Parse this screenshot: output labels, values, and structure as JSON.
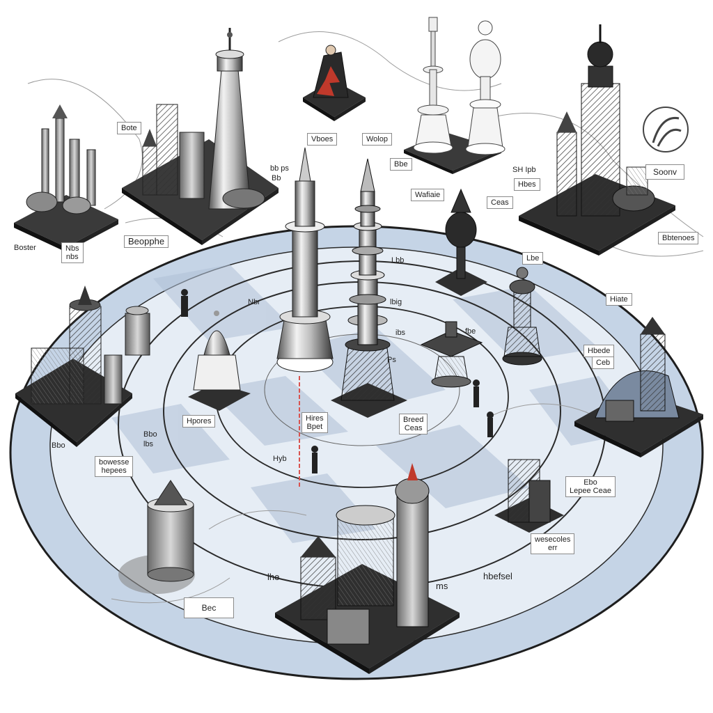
{
  "labels": {
    "bote": "Bote",
    "boster": "Boster",
    "nbs": "Nbs\nnbs",
    "beopphe": "Beopphe",
    "vboes": "Vboes",
    "wolop": "Wolop",
    "bbe": "Bbe",
    "bb_ps": "bb ps",
    "bb_ps2": "Bb",
    "sh_ipb": "SH Ipb",
    "hbes": "Hbes",
    "soonv": "Soonv",
    "wafiaie": "Wafiaie",
    "ceas": "Ceas",
    "bbtenoes": "Bbtenoes",
    "lbe": "Lbe",
    "lbb": "Lbb",
    "lbig": "lbig",
    "hiate": "Hiate",
    "nbr": "Nbr",
    "ibs": "ibs",
    "fbe": "fbe",
    "ps": "Ps",
    "hbede": "Hbede",
    "ceb": "Ceb",
    "bbo": "Bbo",
    "hpores": "Hpores",
    "hires_bpet": "Hires\nBpet",
    "breed_ceas": "Breed\nCeas",
    "bbo2": "Bbo",
    "lbs": "lbs",
    "hyb": "Hyb",
    "bowesse": "bowesse\nhepees",
    "ebo_ceae": "Ebo\nLepee Ceae",
    "wesecoles": "wesecoles\nerr",
    "lhe": "lhe",
    "hbefsel": "hbefsel",
    "ms": "ms",
    "bec": "Bec"
  },
  "icons": [
    "tower-icon",
    "chess-piece-icon",
    "spire-icon",
    "dome-icon",
    "figure-icon",
    "circular-logo-icon"
  ],
  "colors": {
    "board_outer": "#b9cbe0",
    "board_light": "#dde6f1",
    "ring_stroke": "#2a2a2a",
    "ink": "#1e1e1e",
    "figure_red": "#c0392b",
    "marker_red": "#d9534f"
  }
}
